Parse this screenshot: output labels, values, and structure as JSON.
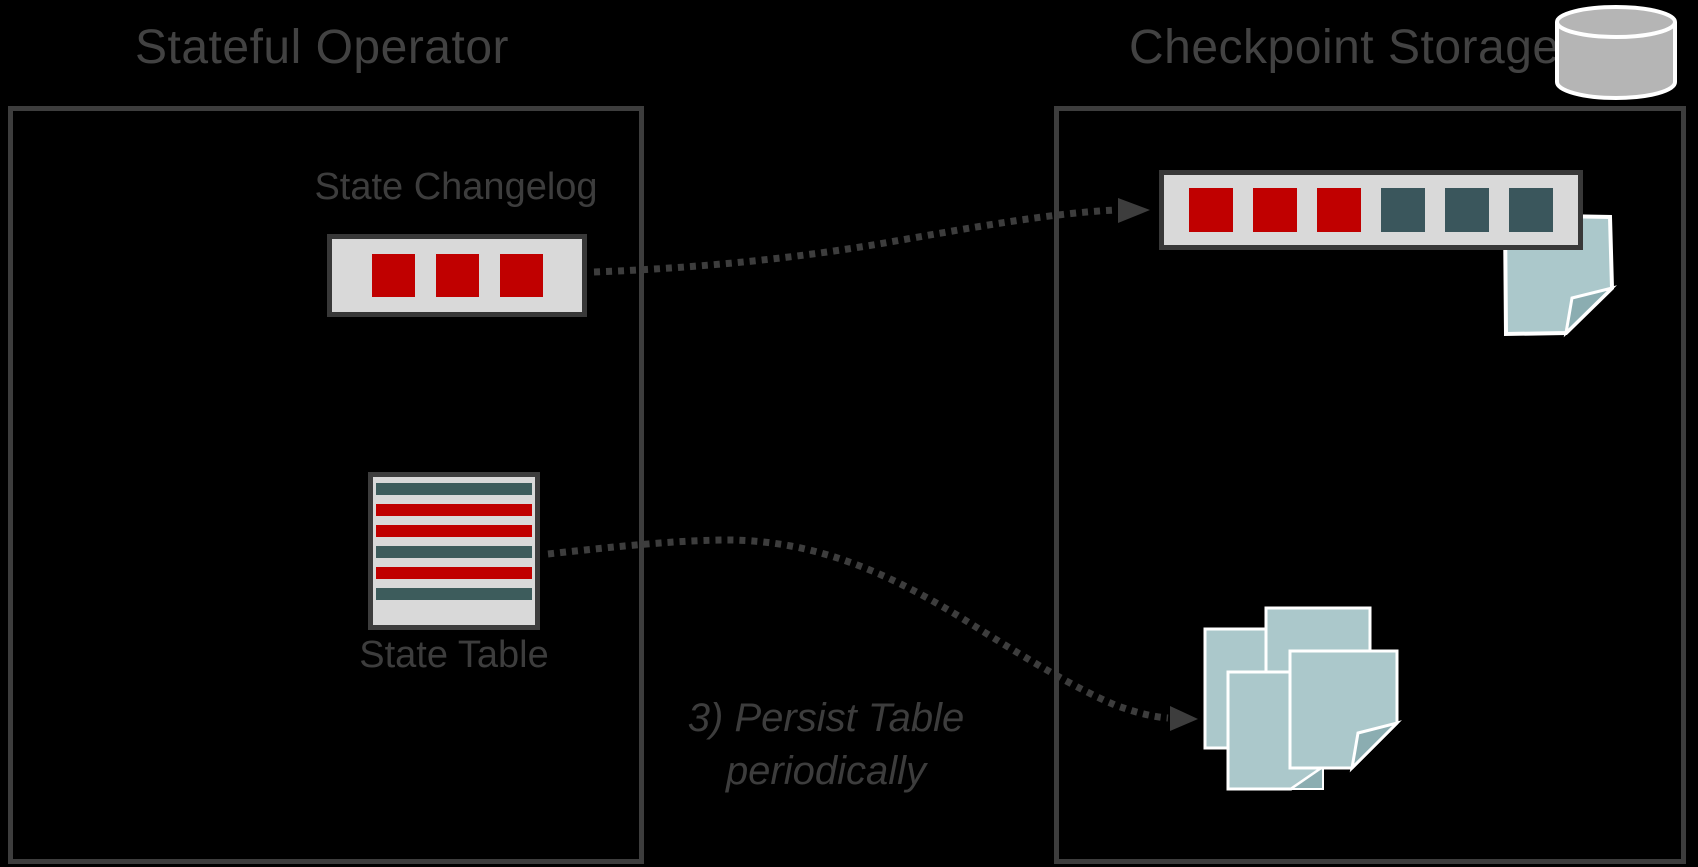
{
  "diagram": {
    "left_panel": {
      "title": "Stateful Operator",
      "changelog": {
        "label": "State Changelog",
        "cells": [
          "red",
          "red",
          "red"
        ]
      },
      "table": {
        "label": "State Table",
        "rows": [
          "teal",
          "red",
          "red",
          "teal",
          "red",
          "teal"
        ]
      }
    },
    "right_panel": {
      "title": "Checkpoint Storage",
      "changelog": {
        "cells": [
          "red",
          "red",
          "red",
          "teal",
          "teal",
          "teal"
        ]
      }
    },
    "annotation": {
      "line1": "3) Persist Table",
      "line2": "periodically"
    }
  },
  "icons": {
    "storage": "database-cylinder-icon",
    "changelog_file": "document-page-icon",
    "table_files": "document-stack-icon",
    "arrows": "dotted-arrow"
  },
  "colors": {
    "background": "#000000",
    "box_border": "#3d3d3d",
    "title_text": "#424242",
    "label_text": "#3d3d3d",
    "bar_bg": "#d9d9d9",
    "bar_border": "#383838",
    "red": "#c00000",
    "teal": "#3a565c",
    "stripe_teal": "#3d5c5c",
    "doc_fill": "#abc8cb",
    "doc_fold": "#8badb1",
    "doc_stroke": "#ffffff",
    "cylinder_fill": "#b5b5b5",
    "cylinder_stroke": "#ffffff",
    "arrow": "#3d3d3d"
  }
}
